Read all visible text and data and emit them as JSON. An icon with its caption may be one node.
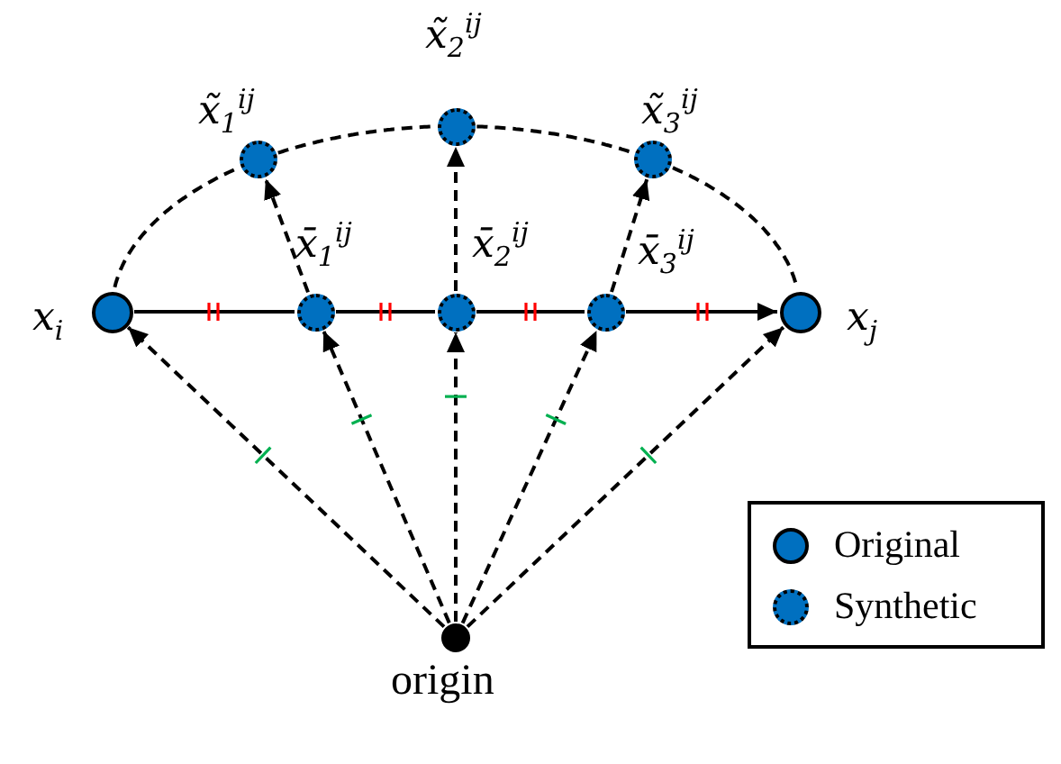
{
  "diagram": {
    "nodes": [
      {
        "text": [],
        "shape": "circle",
        "beside": [
          "x̃$_{2}$$^{ij}$"
        ]
      },
      {
        "text": [],
        "shape": "circle",
        "beside": [
          "x̃$_{1}$$^{ij}$"
        ]
      },
      {
        "text": [],
        "shape": "circle",
        "beside": [
          "x̃$_{3}$$^{ij}$"
        ]
      },
      {
        "text": [],
        "shape": "circle",
        "beside": [
          "x$_{i}$"
        ]
      },
      {
        "text": [],
        "shape": "circle",
        "beside": [
          "x̄$_{1}$$^{ij}$"
        ]
      },
      {
        "text": [],
        "shape": "circle",
        "beside": [
          "x̄$_{2}$$^{ij}$"
        ]
      },
      {
        "text": [],
        "shape": "circle",
        "beside": [
          "x̄$_{3}$$^{ij}$"
        ]
      },
      {
        "text": [],
        "shape": "circle",
        "beside": [
          "x$_{j}$"
        ]
      },
      {
        "text": [],
        "shape": "circle",
        "beside": [
          "origin"
        ]
      }
    ],
    "edges": [
      {
        "from": 8,
        "to": 3,
        "arrow": "to",
        "style": "dashed"
      },
      {
        "from": 8,
        "to": 4,
        "arrow": "to",
        "style": "dashed"
      },
      {
        "from": 8,
        "to": 5,
        "arrow": "to",
        "style": "dashed"
      },
      {
        "from": 8,
        "to": 6,
        "arrow": "to",
        "style": "dashed"
      },
      {
        "from": 8,
        "to": 7,
        "arrow": "to",
        "style": "dashed"
      },
      {
        "from": 4,
        "to": 1,
        "arrow": "to",
        "style": "dashed"
      },
      {
        "from": 5,
        "to": 0,
        "arrow": "to",
        "style": "dashed"
      },
      {
        "from": 6,
        "to": 2,
        "arrow": "to",
        "style": "dashed"
      },
      {
        "from": 3,
        "to": 4,
        "arrow": "none"
      },
      {
        "from": 4,
        "to": 5,
        "arrow": "none"
      },
      {
        "from": 5,
        "to": 6,
        "arrow": "none"
      },
      {
        "from": 6,
        "to": 7,
        "arrow": "to"
      },
      {
        "from": 3,
        "to": 1,
        "arrow": "none",
        "style": "dashed"
      },
      {
        "from": 1,
        "to": 0,
        "arrow": "none",
        "style": "dashed"
      },
      {
        "from": 0,
        "to": 2,
        "arrow": "none",
        "style": "dashed"
      },
      {
        "from": 2,
        "to": 7,
        "arrow": "none",
        "style": "dashed"
      }
    ],
    "legend": [
      {
        "text": "Original"
      },
      {
        "text": "Synthetic"
      }
    ]
  }
}
